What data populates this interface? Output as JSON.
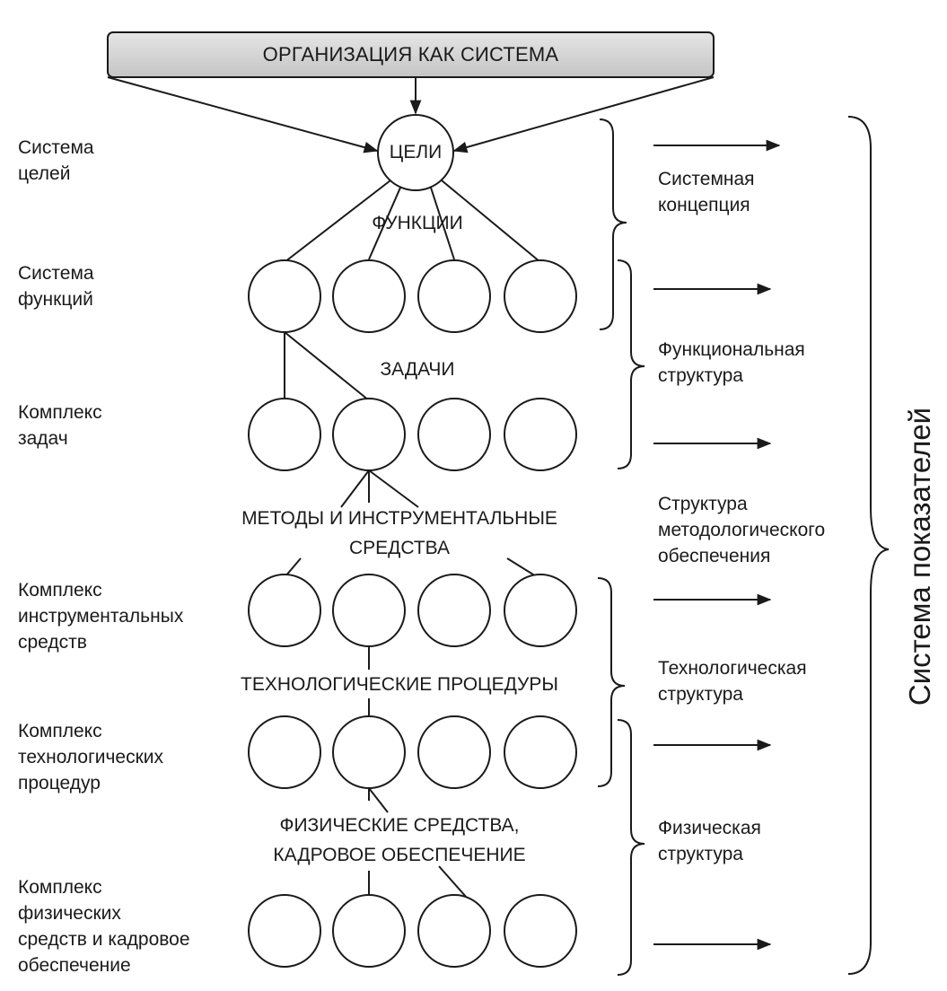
{
  "header": {
    "title": "ОРГАНИЗАЦИЯ КАК СИСТЕМА"
  },
  "goals": {
    "label": "ЦЕЛИ"
  },
  "center_labels": {
    "functions": "ФУНКЦИИ",
    "tasks": "ЗАДАЧИ",
    "methods_line1": "МЕТОДЫ И ИНСТРУМЕНТАЛЬНЫЕ",
    "methods_line2": "СРЕДСТВА",
    "procedures": "ТЕХНОЛОГИЧЕСКИЕ ПРОЦЕДУРЫ",
    "physical_line1": "ФИЗИЧЕСКИЕ СРЕДСТВА,",
    "physical_line2": "КАДРОВОЕ ОБЕСПЕЧЕНИЕ"
  },
  "left_labels": {
    "goals_system": [
      "Система",
      "целей"
    ],
    "functions_system": [
      "Система",
      "функций"
    ],
    "tasks_complex": [
      "Комплекс",
      "задач"
    ],
    "tools_complex": [
      "Комплекс",
      "инструментальных",
      "средств"
    ],
    "procedures_complex": [
      "Комплекс",
      "технологических",
      "процедур"
    ],
    "physical_complex": [
      "Комплекс",
      "физических",
      "средств и кадровое",
      "обеспечение"
    ]
  },
  "right_labels": {
    "system_concept": [
      "Системная",
      "концепция"
    ],
    "functional_structure": [
      "Функциональная",
      "структура"
    ],
    "methodological_structure": [
      "Структура",
      "методологического",
      "обеспечения"
    ],
    "technological_structure": [
      "Технологическая",
      "структура"
    ],
    "physical_structure": [
      "Физическая",
      "структура"
    ]
  },
  "vertical_title": "Система показателей",
  "colors": {
    "line": "#1a1a1a",
    "title_fill_top": "#e6e6e6",
    "title_fill_bottom": "#c4c4c4"
  }
}
